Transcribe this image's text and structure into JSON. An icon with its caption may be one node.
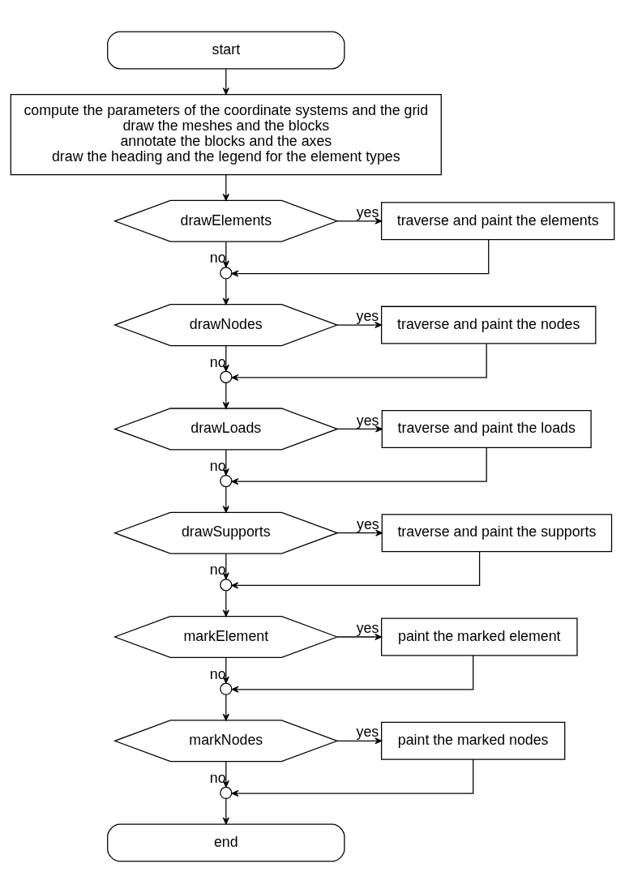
{
  "diagram": {
    "nodes": [
      {
        "text": [
          "start"
        ]
      },
      {
        "text": [
          "compute the parameters of the coordinate systems and the grid",
          "draw the meshes and the blocks",
          "annotate the blocks and the axes",
          "draw the heading and the legend for the element types"
        ]
      },
      {
        "text": [
          "drawElements"
        ]
      },
      {
        "text": [
          "traverse and paint the elements"
        ]
      },
      {
        "text": [],
        "shape": "circle"
      },
      {
        "text": [
          "drawNodes"
        ]
      },
      {
        "text": [
          "traverse and paint the nodes"
        ]
      },
      {
        "text": [],
        "shape": "circle"
      },
      {
        "text": [
          "drawLoads"
        ]
      },
      {
        "text": [
          "traverse and paint the loads"
        ]
      },
      {
        "text": [],
        "shape": "circle"
      },
      {
        "text": [
          "drawSupports"
        ]
      },
      {
        "text": [
          "traverse and paint the supports"
        ]
      },
      {
        "text": [],
        "shape": "circle"
      },
      {
        "text": [
          "markElement"
        ]
      },
      {
        "text": [
          "paint the marked element"
        ]
      },
      {
        "text": [],
        "shape": "circle"
      },
      {
        "text": [
          "markNodes"
        ]
      },
      {
        "text": [
          "paint the marked nodes"
        ]
      },
      {
        "text": [],
        "shape": "circle"
      },
      {
        "text": [
          "end"
        ]
      }
    ],
    "edges": [
      {
        "from": 0,
        "to": 1,
        "arrow": "to"
      },
      {
        "from": 1,
        "to": 2,
        "arrow": "to"
      },
      {
        "from": 2,
        "to": 3,
        "arrow": "to",
        "label": "yes"
      },
      {
        "from": 2,
        "to": 4,
        "arrow": "to",
        "label": "no"
      },
      {
        "from": 3,
        "to": 4,
        "arrow": "to"
      },
      {
        "from": 4,
        "to": 5,
        "arrow": "to"
      },
      {
        "from": 5,
        "to": 6,
        "arrow": "to",
        "label": "yes"
      },
      {
        "from": 5,
        "to": 7,
        "arrow": "to",
        "label": "no"
      },
      {
        "from": 6,
        "to": 7,
        "arrow": "to"
      },
      {
        "from": 7,
        "to": 8,
        "arrow": "to"
      },
      {
        "from": 8,
        "to": 9,
        "arrow": "to",
        "label": "yes"
      },
      {
        "from": 8,
        "to": 10,
        "arrow": "to",
        "label": "no"
      },
      {
        "from": 9,
        "to": 10,
        "arrow": "to"
      },
      {
        "from": 10,
        "to": 11,
        "arrow": "to"
      },
      {
        "from": 11,
        "to": 12,
        "arrow": "to",
        "label": "yes"
      },
      {
        "from": 11,
        "to": 13,
        "arrow": "to",
        "label": "no"
      },
      {
        "from": 12,
        "to": 13,
        "arrow": "to"
      },
      {
        "from": 13,
        "to": 14,
        "arrow": "to"
      },
      {
        "from": 14,
        "to": 15,
        "arrow": "to",
        "label": "yes"
      },
      {
        "from": 14,
        "to": 16,
        "arrow": "to",
        "label": "no"
      },
      {
        "from": 15,
        "to": 16,
        "arrow": "to"
      },
      {
        "from": 16,
        "to": 17,
        "arrow": "to"
      },
      {
        "from": 17,
        "to": 18,
        "arrow": "to",
        "label": "yes"
      },
      {
        "from": 17,
        "to": 19,
        "arrow": "to",
        "label": "no"
      },
      {
        "from": 18,
        "to": 19,
        "arrow": "to"
      },
      {
        "from": 19,
        "to": 20,
        "arrow": "to"
      }
    ]
  }
}
